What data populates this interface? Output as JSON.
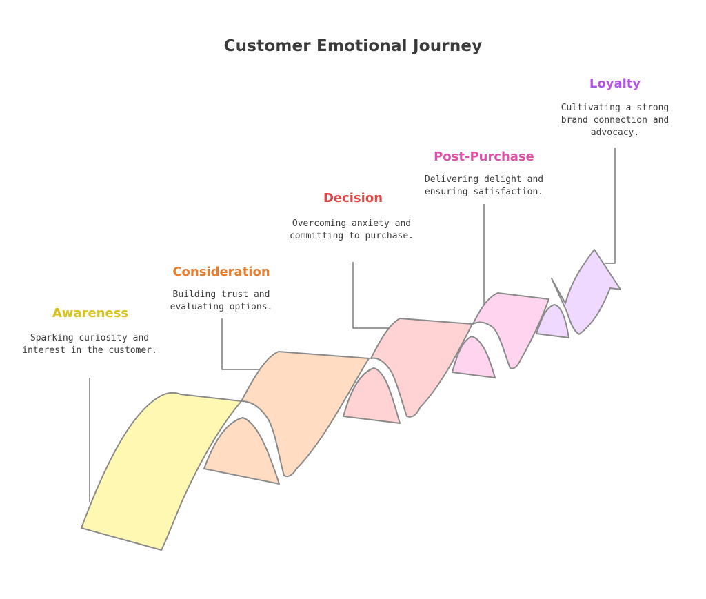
{
  "title": "Customer Emotional Journey",
  "stages": [
    {
      "name": "Awareness",
      "description": "Sparking curiosity and interest in the customer.",
      "color": "#d8c21c",
      "fill": "#fff8b3"
    },
    {
      "name": "Consideration",
      "description": "Building trust and evaluating options.",
      "color": "#e67e2e",
      "fill": "#ffdcc2"
    },
    {
      "name": "Decision",
      "description": "Overcoming anxiety and committing to purchase.",
      "color": "#e04848",
      "fill": "#ffd3d3"
    },
    {
      "name": "Post-Purchase",
      "description": "Delivering delight and ensuring satisfaction.",
      "color": "#e052a8",
      "fill": "#ffd4ee"
    },
    {
      "name": "Loyalty",
      "description": "Cultivating a strong brand connection and advocacy.",
      "color": "#b455e6",
      "fill": "#f0d9ff"
    }
  ]
}
